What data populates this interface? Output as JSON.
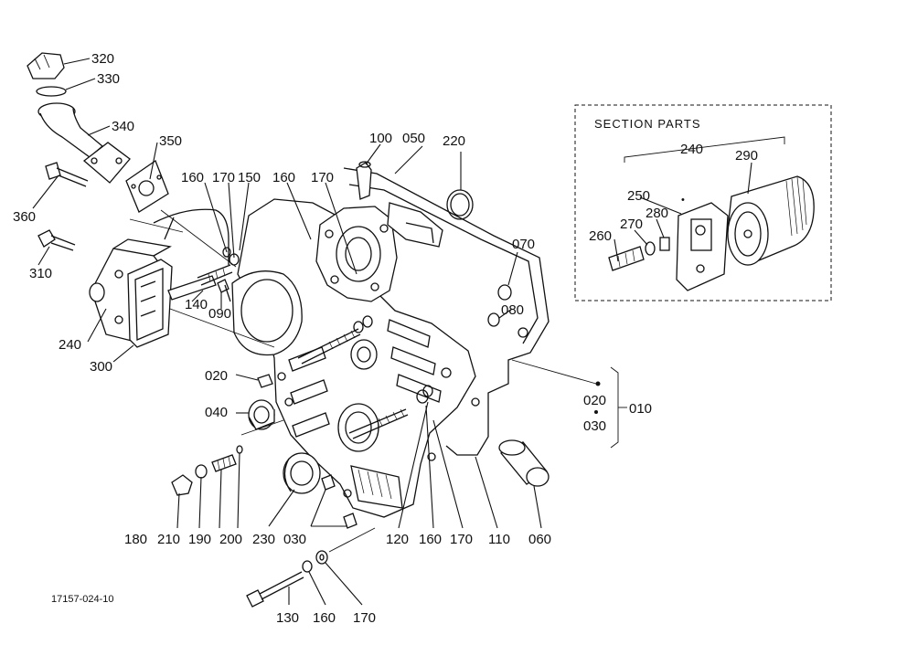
{
  "figure_code": "17157-024-10",
  "section": {
    "title": "SECTION PARTS"
  },
  "parts": [
    {
      "id": "p320",
      "label": "320"
    },
    {
      "id": "p330",
      "label": "330"
    },
    {
      "id": "p340",
      "label": "340"
    },
    {
      "id": "p350",
      "label": "350"
    },
    {
      "id": "p360",
      "label": "360"
    },
    {
      "id": "p310",
      "label": "310"
    },
    {
      "id": "p240a",
      "label": "240"
    },
    {
      "id": "p300",
      "label": "300"
    },
    {
      "id": "p160a",
      "label": "160"
    },
    {
      "id": "p170a",
      "label": "170"
    },
    {
      "id": "p150",
      "label": "150"
    },
    {
      "id": "p160b",
      "label": "160"
    },
    {
      "id": "p170b",
      "label": "170"
    },
    {
      "id": "p100",
      "label": "100"
    },
    {
      "id": "p050",
      "label": "050"
    },
    {
      "id": "p220",
      "label": "220"
    },
    {
      "id": "p070",
      "label": "070"
    },
    {
      "id": "p080",
      "label": "080"
    },
    {
      "id": "p140",
      "label": "140"
    },
    {
      "id": "p090",
      "label": "090"
    },
    {
      "id": "p020a",
      "label": "020"
    },
    {
      "id": "p040",
      "label": "040"
    },
    {
      "id": "p020b",
      "label": "020"
    },
    {
      "id": "p030a",
      "label": "030"
    },
    {
      "id": "p010",
      "label": "010"
    },
    {
      "id": "p180",
      "label": "180"
    },
    {
      "id": "p210",
      "label": "210"
    },
    {
      "id": "p190",
      "label": "190"
    },
    {
      "id": "p200",
      "label": "200"
    },
    {
      "id": "p230",
      "label": "230"
    },
    {
      "id": "p030b",
      "label": "030"
    },
    {
      "id": "p120",
      "label": "120"
    },
    {
      "id": "p160c",
      "label": "160"
    },
    {
      "id": "p170c",
      "label": "170"
    },
    {
      "id": "p110",
      "label": "110"
    },
    {
      "id": "p060",
      "label": "060"
    },
    {
      "id": "p130",
      "label": "130"
    },
    {
      "id": "p160d",
      "label": "160"
    },
    {
      "id": "p170d",
      "label": "170"
    },
    {
      "id": "p240b",
      "label": "240"
    },
    {
      "id": "p290",
      "label": "290"
    },
    {
      "id": "p250",
      "label": "250"
    },
    {
      "id": "p260",
      "label": "260"
    },
    {
      "id": "p270",
      "label": "270"
    },
    {
      "id": "p280",
      "label": "280"
    }
  ]
}
